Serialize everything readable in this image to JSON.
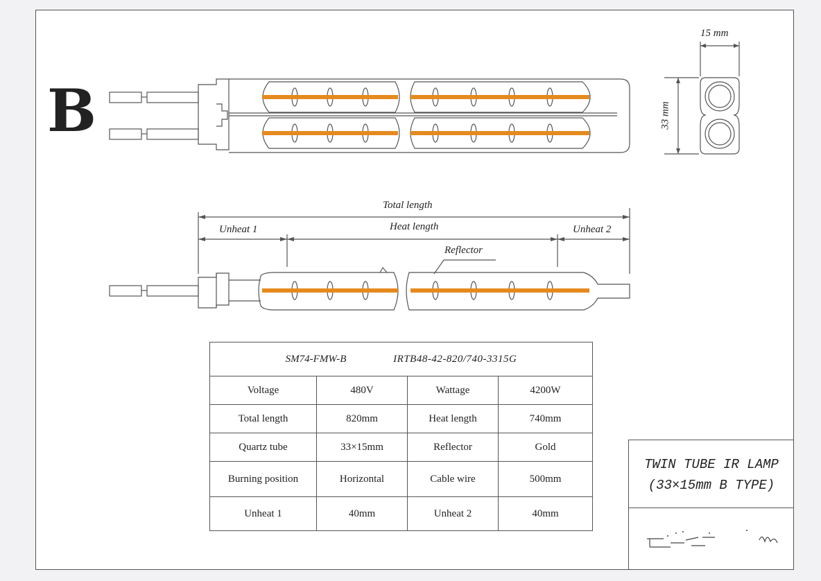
{
  "type_letter": "B",
  "top_view_dims": {
    "width": "15 mm",
    "height": "33 mm"
  },
  "side_view_labels": {
    "total_length": "Total length",
    "heat_length": "Heat length",
    "unheat_1": "Unheat 1",
    "unheat_2": "Unheat 2",
    "reflector": "Reflector"
  },
  "spec_table": {
    "model": "SM74-FMW-B",
    "code": "IRTB48-42-820/740-3315G",
    "rows": [
      [
        "Voltage",
        "480V",
        "Wattage",
        "4200W"
      ],
      [
        "Total length",
        "820mm",
        "Heat length",
        "740mm"
      ],
      [
        "Quartz tube",
        "33×15mm",
        "Reflector",
        "Gold"
      ],
      [
        "Burning position",
        "Horizontal",
        "Cable wire",
        "500mm"
      ],
      [
        "Unheat 1",
        "40mm",
        "Unheat 2",
        "40mm"
      ]
    ]
  },
  "title_block": {
    "line1": "TWIN TUBE IR LAMP",
    "line2": "(33×15mm B TYPE)"
  },
  "colors": {
    "filament": "#e58a1e",
    "line": "#555555"
  }
}
